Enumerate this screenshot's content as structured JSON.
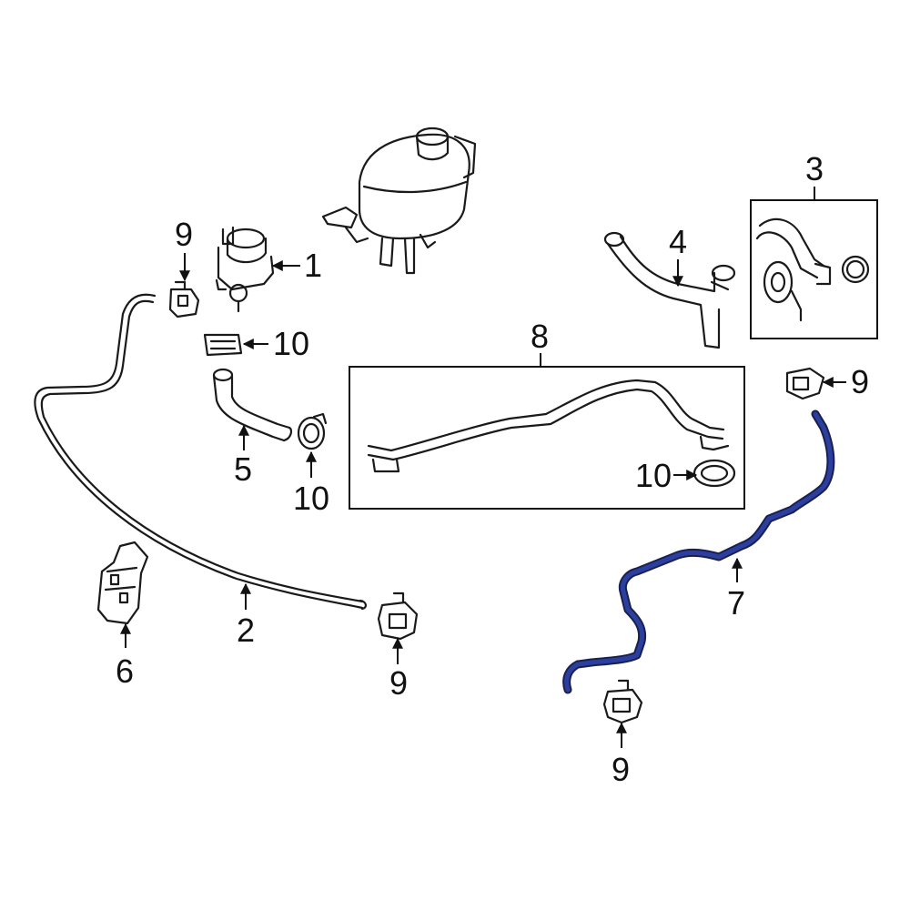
{
  "callouts": {
    "c1": "1",
    "c2": "2",
    "c3": "3",
    "c4": "4",
    "c5": "5",
    "c6": "6",
    "c7": "7",
    "c8": "8",
    "c9a": "9",
    "c9b": "9",
    "c9c": "9",
    "c9d": "9",
    "c10a": "10",
    "c10b": "10",
    "c10c": "10"
  },
  "colors": {
    "highlight": "#2b3f9e",
    "line": "#1a1a1a"
  }
}
